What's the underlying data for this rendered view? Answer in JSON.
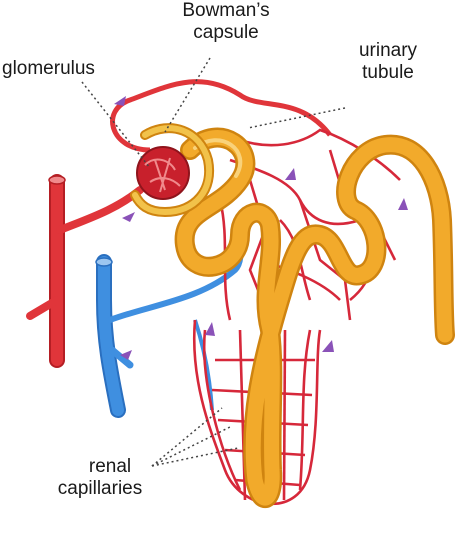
{
  "labels": {
    "bowmans_capsule": [
      "Bowman’s",
      "capsule"
    ],
    "glomerulus": "glomerulus",
    "urinary_tubule": [
      "urinary",
      "tubule"
    ],
    "renal_capillaries": [
      "renal",
      "capillaries"
    ]
  },
  "colors": {
    "artery": "#e0353a",
    "artery_dark": "#b51e24",
    "vein": "#3f8fe0",
    "vein_dark": "#2a6fbf",
    "tubule": "#f2aa2b",
    "tubule_dark": "#cf8410",
    "capillary": "#d6283a",
    "arrow": "#8a52b8",
    "leader": "#444444"
  }
}
